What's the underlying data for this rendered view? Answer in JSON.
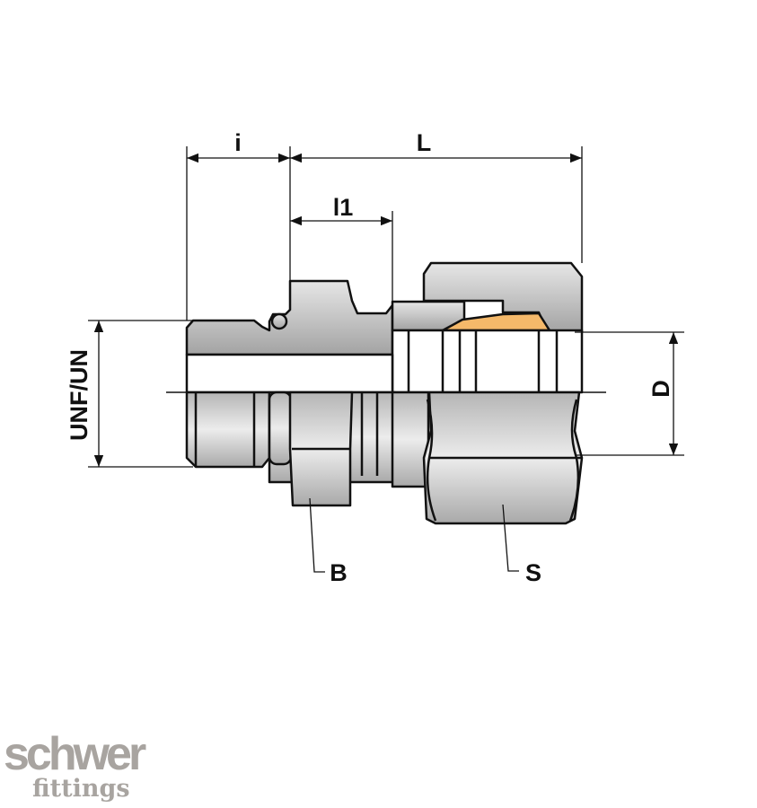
{
  "dimensions": {
    "i": "i",
    "L": "L",
    "l1": "l1",
    "thread": "UNF/UN",
    "D": "D",
    "B": "B",
    "S": "S"
  },
  "logo": {
    "line1": "schwer",
    "line2": "fittings"
  },
  "colors": {
    "ferrule": "#f5b96a",
    "metal_light": "#ececec",
    "metal_dark": "#a9a9a9",
    "line": "#111111",
    "logo": "#a8a4a0"
  }
}
